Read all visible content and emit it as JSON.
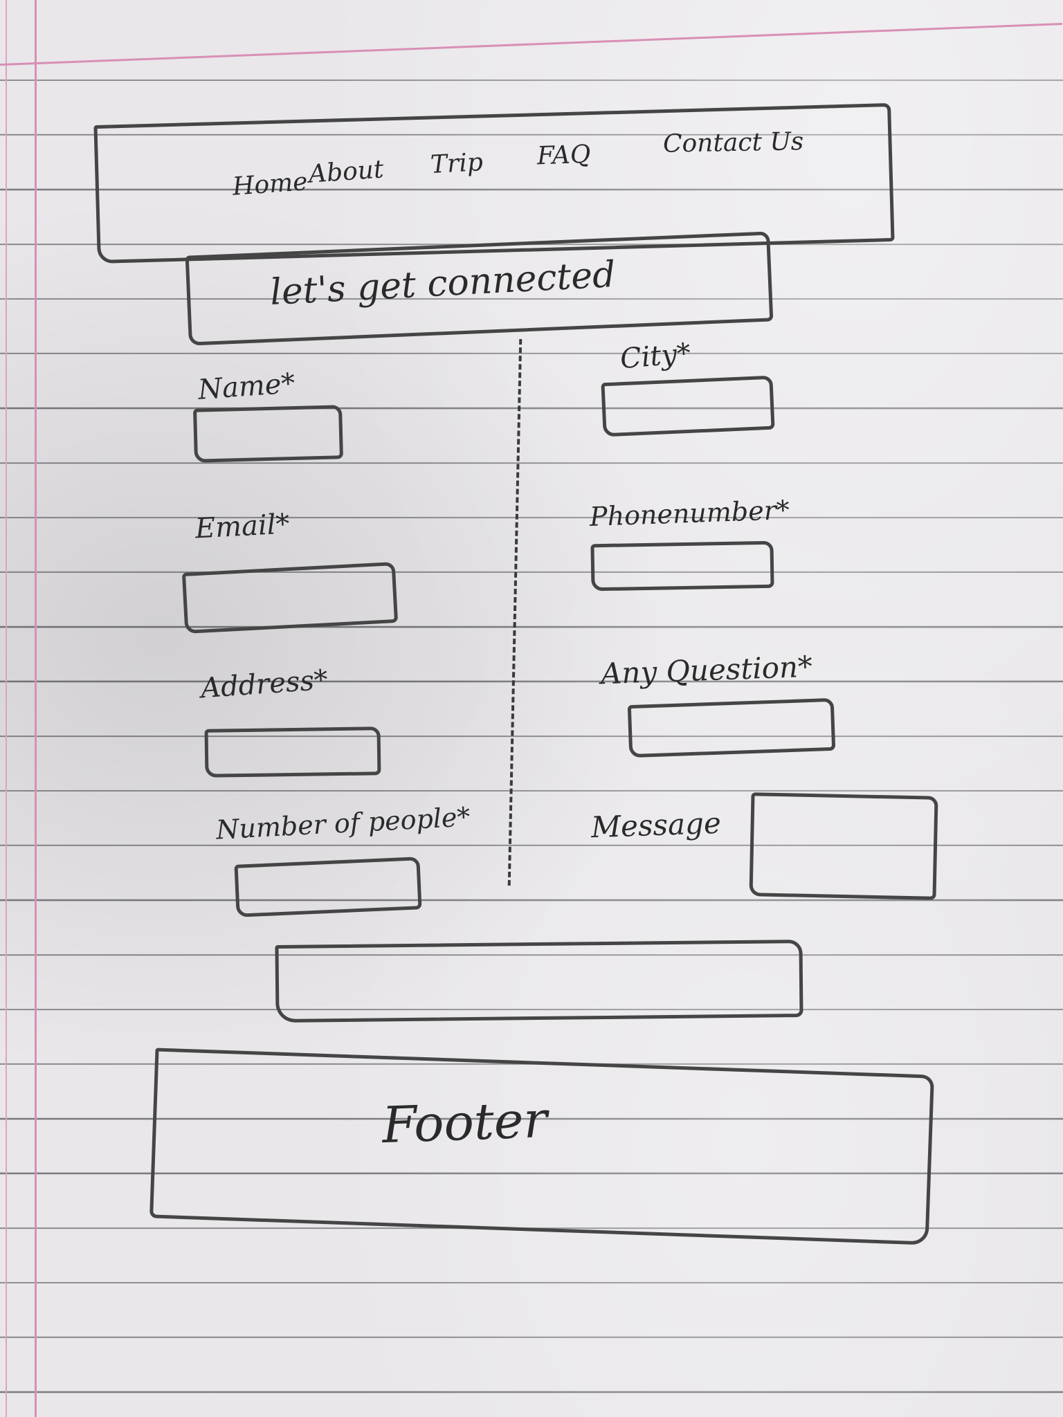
{
  "nav": {
    "items": [
      {
        "label": "Home"
      },
      {
        "label": "About"
      },
      {
        "label": "Trip"
      },
      {
        "label": "FAQ"
      },
      {
        "label": "Contact Us"
      }
    ]
  },
  "banner": {
    "title": "let's get connected"
  },
  "form": {
    "left_fields": [
      {
        "label": "Name*"
      },
      {
        "label": "Email*"
      },
      {
        "label": "Address*"
      },
      {
        "label": "Number of people*"
      }
    ],
    "right_fields": [
      {
        "label": "City*"
      },
      {
        "label": "Phonenumber*"
      },
      {
        "label": "Any Question*"
      },
      {
        "label": "Message"
      }
    ]
  },
  "footer": {
    "label": "Footer"
  }
}
